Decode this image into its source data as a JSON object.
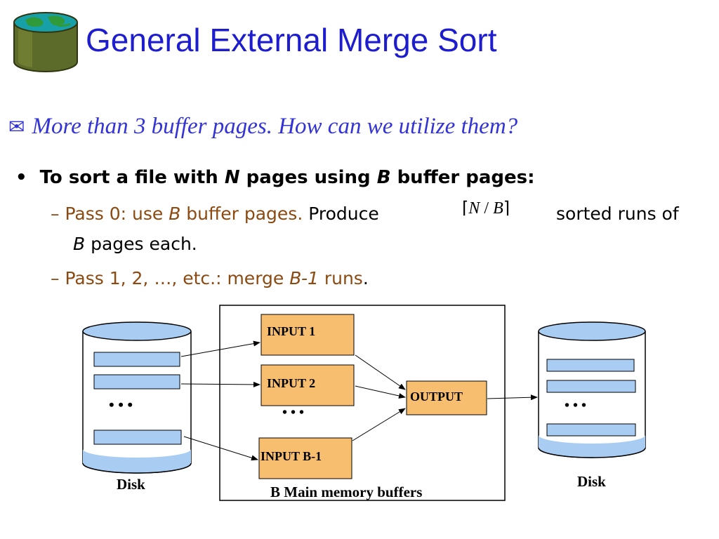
{
  "title": "General External Merge Sort",
  "subheading": "More than 3 buffer pages.  How can we utilize them?",
  "bullet": {
    "pre": "To sort a file with ",
    "n": "N",
    "mid": " pages using ",
    "b": "B",
    "post": " buffer pages:"
  },
  "pass0": {
    "dash": "–",
    "pre": "Pass 0: use ",
    "b": "B",
    "post": " buffer pages.",
    "produce": " Produce",
    "formula_n": "N",
    "formula_slash": "/",
    "formula_b": "B",
    "after": "sorted runs of",
    "line2_b": "B",
    "line2_post": " pages each."
  },
  "pass1": {
    "dash": "–",
    "pre": "Pass 1, 2, …,  etc.: merge ",
    "b1": "B-1",
    "post": " runs",
    "period": "."
  },
  "diagram": {
    "disk_left_label": "Disk",
    "disk_right_label": "Disk",
    "input1": "INPUT 1",
    "input2": "INPUT 2",
    "inputb1": "INPUT B-1",
    "output": "OUTPUT",
    "memory_label": "B Main memory buffers",
    "ellipsis": "• • •"
  },
  "colors": {
    "title": "#1d1dce",
    "subheading": "#3333d6",
    "sub_text": "#8b4a12",
    "buffer_fill": "#f7be6f",
    "disk_fill": "#a9cdf2"
  }
}
